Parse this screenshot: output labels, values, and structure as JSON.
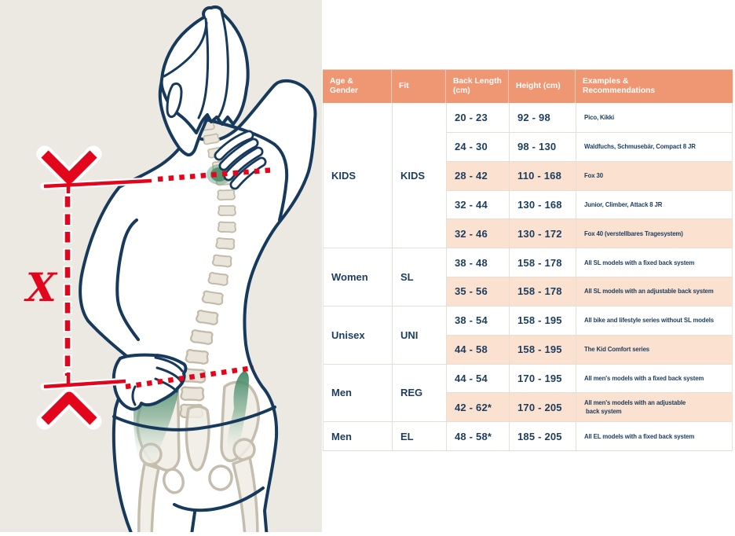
{
  "illustration": {
    "label_x": "X",
    "colors": {
      "panel_bg": "#ECE9E2",
      "line_navy": "#173A5C",
      "accent_red": "#E2051C",
      "bone_beige": "#EAE6DC",
      "bone_outline": "#C6BEAE",
      "highlight_green": "#4E8D6C"
    }
  },
  "table": {
    "colors": {
      "header_bg": "#EF9673",
      "header_text": "#FFFFFF",
      "highlight_bg": "#FAE1D0",
      "text_navy": "#1C3D5E"
    },
    "headers": [
      "Age & Gender",
      "Fit",
      "Back Length (cm)",
      "Height (cm)",
      "Examples & Recommendations"
    ],
    "groups": [
      {
        "age": "KIDS",
        "fit": "KIDS",
        "rows": [
          {
            "back": "20 - 23",
            "height": "92 - 98",
            "examples": "Pico, Kikki",
            "highlight": false
          },
          {
            "back": "24 - 30",
            "height": "98 - 130",
            "examples": "Waldfuchs, Schmusebär, Compact 8 JR",
            "highlight": false
          },
          {
            "back": "28 - 42",
            "height": "110 - 168",
            "examples": "Fox 30",
            "highlight": true
          },
          {
            "back": "32 - 44",
            "height": "130 - 168",
            "examples": "Junior, Climber, Attack 8 JR",
            "highlight": false
          },
          {
            "back": "32 - 46",
            "height": "130 - 172",
            "examples": "Fox 40 (verstellbares Tragesystem)",
            "highlight": true
          }
        ]
      },
      {
        "age": "Women",
        "fit": "SL",
        "rows": [
          {
            "back": "38 - 48",
            "height": "158 - 178",
            "examples": "All SL models with a fixed back system",
            "highlight": false
          },
          {
            "back": "35 - 56",
            "height": "158 - 178",
            "examples": "All SL models with an adjustable back system",
            "highlight": true
          }
        ]
      },
      {
        "age": "Unisex",
        "fit": "UNI",
        "rows": [
          {
            "back": "38 - 54",
            "height": "158 - 195",
            "examples": "All bike and lifestyle series without SL models",
            "highlight": false
          },
          {
            "back": "44 - 58",
            "height": "158 - 195",
            "examples": "The Kid Comfort series",
            "highlight": true
          }
        ]
      },
      {
        "age": "Men",
        "fit": "REG",
        "rows": [
          {
            "back": "44 - 54",
            "height": "170 - 195",
            "examples": "All men's models with a fixed back system",
            "highlight": false
          },
          {
            "back": "42 - 62*",
            "height": "170 - 205",
            "examples": "All men's models with an adjustable\n back system",
            "highlight": true
          }
        ]
      },
      {
        "age": "Men",
        "fit": "EL",
        "rows": [
          {
            "back": "48 - 58*",
            "height": "185 - 205",
            "examples": "All EL models with a fixed back system",
            "highlight": false
          }
        ]
      }
    ]
  }
}
